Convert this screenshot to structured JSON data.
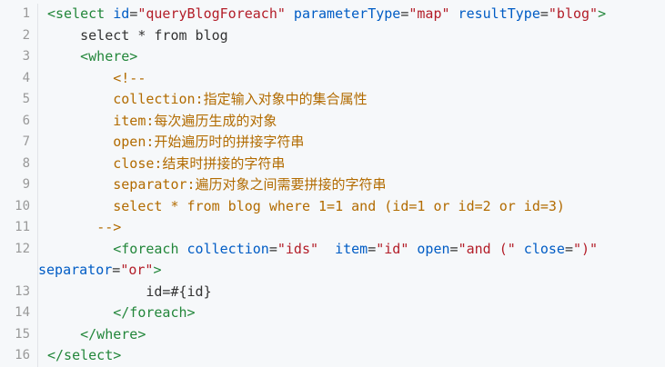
{
  "code": {
    "line_numbers": [
      "1",
      "2",
      "3",
      "4",
      "5",
      "6",
      "7",
      "8",
      "9",
      "10",
      "11",
      "12",
      "13",
      "14",
      "15",
      "16"
    ],
    "l1": {
      "open": "<select ",
      "a1": "id",
      "eq1": "=",
      "v1": "\"queryBlogForeach\"",
      "a2": " parameterType",
      "eq2": "=",
      "v2": "\"map\"",
      "a3": " resultType",
      "eq3": "=",
      "v3": "\"blog\"",
      "close": ">"
    },
    "l2": "    select * from blog",
    "l3": "    <where>",
    "l4": "        <!--",
    "l5": "        collection:指定输入对象中的集合属性",
    "l6": "        item:每次遍历生成的对象",
    "l7": "        open:开始遍历时的拼接字符串",
    "l8": "        close:结束时拼接的字符串",
    "l9": "        separator:遍历对象之间需要拼接的字符串",
    "l10": "        select * from blog where 1=1 and (id=1 or id=2 or id=3)",
    "l11": "      -->",
    "l12": {
      "indent": "        ",
      "open": "<foreach",
      "a1": " collection",
      "eq1": "=",
      "v1": "\"ids\"",
      "a2": "  item",
      "eq2": "=",
      "v2": "\"id\"",
      "a3": " open",
      "eq3": "=",
      "v3": "\"and (\"",
      "a4": " close",
      "eq4": "=",
      "v4": "\")\"",
      "a5": "separator",
      "eq5": "=",
      "v5": "\"or\"",
      "close": ">"
    },
    "l13": "            id=#{id}",
    "l14": "        </foreach>",
    "l15": "    </where>",
    "l16": "</select>"
  },
  "colors": {
    "background": "#f6f8fa",
    "tag": "#22863a",
    "attribute": "#005cc5",
    "string": "#b31d28",
    "comment": "#b26b00",
    "line_number": "#999999"
  }
}
